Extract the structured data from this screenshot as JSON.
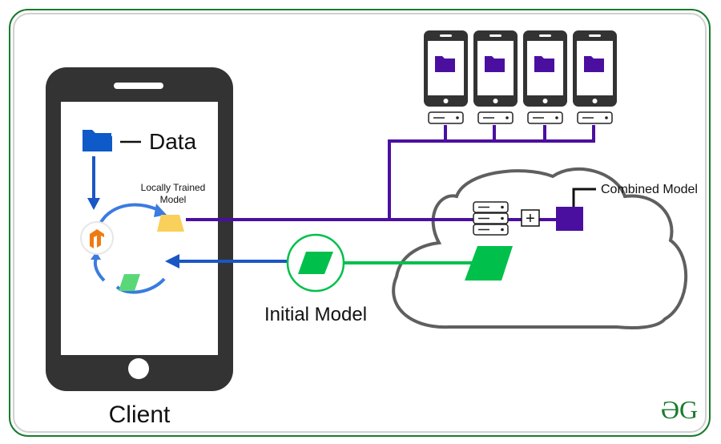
{
  "title": "Federated Learning Diagram",
  "labels": {
    "data": "Data",
    "data_dash": "—",
    "locally_trained_line1": "Locally Trained",
    "locally_trained_line2": "Model",
    "initial_model": "Initial Model",
    "combined_model": "Combined Model",
    "client": "Client",
    "plus": "+"
  },
  "logo": {
    "text": "ƏG",
    "color": "#1a7a2e"
  },
  "colors": {
    "phone_body": "#333333",
    "purple_line": "#4b0fa0",
    "blue_line": "#1a56c4",
    "green_line": "#00c04b",
    "folder_blue": "#0d5ac8",
    "folder_purple": "#4b0fa0",
    "model_yellow": "#f8d05a",
    "model_green": "#5ad878",
    "cloud_stroke": "#5f5f5f",
    "tf_orange": "#f07a12",
    "cycle_arrow": "#3b7be0"
  },
  "peer_devices": [
    {
      "id": "device-1"
    },
    {
      "id": "device-2"
    },
    {
      "id": "device-3"
    },
    {
      "id": "device-4"
    }
  ]
}
